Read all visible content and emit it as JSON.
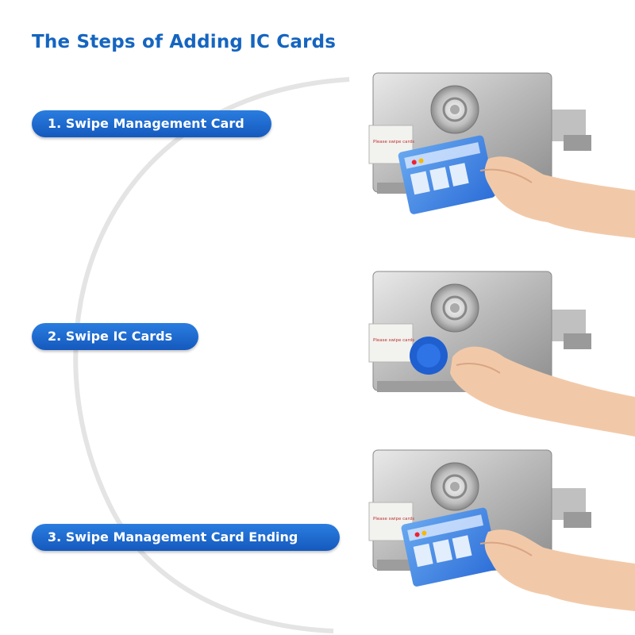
{
  "title": "The Steps of Adding IC Cards",
  "steps": [
    {
      "label": "1. Swipe Management Card"
    },
    {
      "label": "2. Swipe IC Cards"
    },
    {
      "label": "3. Swipe Management Card  Ending"
    }
  ],
  "lock": {
    "reader_text": "Please swipe cards"
  },
  "colors": {
    "title": "#1565c0",
    "pill": "#1c6ad4",
    "card": "#3f7fe0",
    "fob": "#1f5fd0"
  }
}
